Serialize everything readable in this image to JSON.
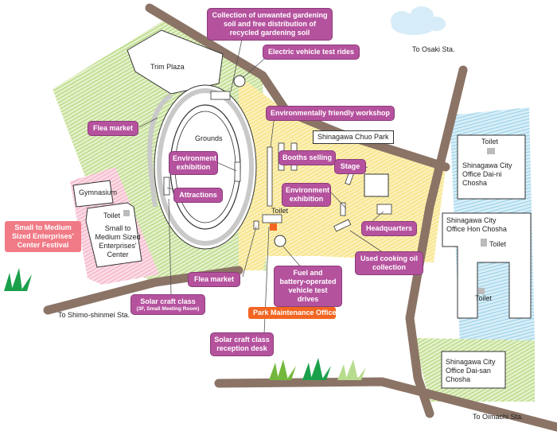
{
  "labels": {
    "collection": "Collection of unwanted gardening\nsoil and free distribution of\nrecycled gardening soil",
    "ev_test_rides": "Electric vehicle test rides",
    "eco_workshop": "Environmentally friendly workshop",
    "flea_market_left": "Flea market",
    "environment_exhibition_left": "Environment\nexhibition",
    "attractions": "Attractions",
    "booths_selling": "Booths selling",
    "stage": "Stage",
    "environment_exhibition_right": "Environment\nexhibition",
    "headquarters": "Headquarters",
    "used_cooking_oil": "Used cooking oil\ncollection",
    "fuel_battery": "Fuel and\nbattery-operated\nvehicle test drives",
    "flea_market_bottom": "Flea market",
    "solar_craft_class": "Solar craft class",
    "solar_craft_class_sub": "(3F, Small Meeting Room)",
    "solar_reception": "Solar craft class\nreception desk",
    "park_maintenance": "Park Maintenance Office",
    "sme_festival": "Small to Medium\nSized Enterprises'\nCenter Festival"
  },
  "places": {
    "trim_plaza": "Trim Plaza",
    "grounds": "Grounds",
    "chuo_park": "Shinagawa Chuo Park",
    "gymnasium": "Gymnasium",
    "toilet_sme": "Toilet",
    "sme_center": "Small to\nMedium Sized\nEnterprises'\nCenter",
    "toilet_park": "Toilet",
    "toilet_daini": "Toilet",
    "office_daini": "Shinagawa City\nOffice Dai-ni\nChosha",
    "office_hon": "Shinagawa City\nOffice Hon Chosha",
    "toilet_hon_1": "Toilet",
    "toilet_hon_2": "Toilet",
    "office_daisan": "Shinagawa City\nOffice Dai-san\nChosha"
  },
  "directions": {
    "osaki": "To Osaki Sta.",
    "shimo_shinmei": "To Shimo-shinmei Sta.",
    "oimachi": "To Oimachi Sta."
  },
  "colors": {
    "event_label": "#b5529e",
    "road": "#8b7466",
    "green_area": "#a6d06a",
    "yellow_area": "#f7e27a",
    "blue_area": "#8ecbe6",
    "pink_area": "#f2a3bc",
    "sme_festival": "#f07a85",
    "park_maintenance": "#f26522"
  }
}
